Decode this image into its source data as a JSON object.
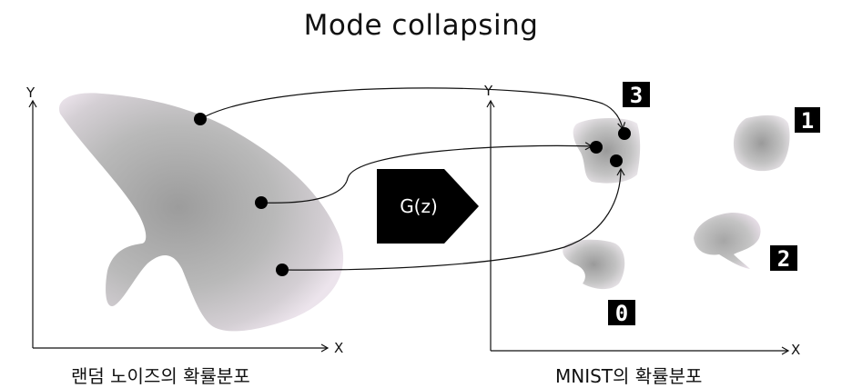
{
  "title": "Mode collapsing",
  "left_panel": {
    "y_label": "Y",
    "x_label": "X",
    "caption": "랜덤 노이즈의 확률분포"
  },
  "generator": {
    "label": "G(z)"
  },
  "right_panel": {
    "y_label": "Y",
    "x_label": "X",
    "caption": "MNIST의 확률분포",
    "digits": [
      "3",
      "1",
      "2",
      "0"
    ]
  }
}
